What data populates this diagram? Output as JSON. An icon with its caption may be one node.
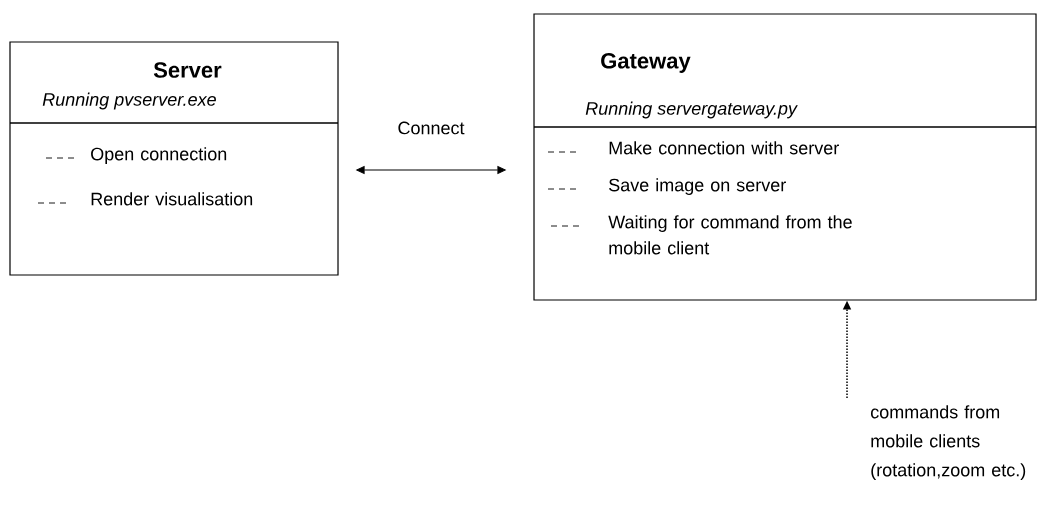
{
  "diagram": {
    "nodes": [
      {
        "text": [
          "Server",
          "Running pvserver.exe",
          "Open connection",
          "Render visualisation"
        ]
      },
      {
        "text": [
          "Gateway",
          "Running servergateway.py",
          "Make connection with server",
          "Save image on server",
          "Waiting for command from the mobile client"
        ]
      },
      {
        "text": [
          "commands from mobile clients (rotation,zoom etc.)"
        ]
      }
    ],
    "edges": [
      {
        "from": 0,
        "to": 1,
        "arrow": "both",
        "label": "Connect"
      },
      {
        "from": 2,
        "to": 1,
        "arrow": "to",
        "style": "dashed"
      }
    ]
  }
}
